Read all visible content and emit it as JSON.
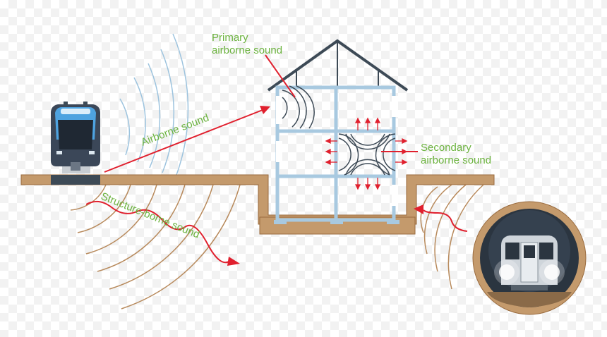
{
  "labels": {
    "primary_line1": "Primary",
    "primary_line2": "airborne sound",
    "airborne": "Airborne sound",
    "structure_borne": "Structure-borne sound",
    "secondary_line1": "Secondary",
    "secondary_line2": "airborne sound"
  },
  "icons": [
    "train-icon",
    "subway-train-icon",
    "house-icon",
    "sound-wave-icon",
    "arrow-icon"
  ],
  "colors": {
    "label_green": "#6cb33f",
    "arrow_red": "#e0202e",
    "ground_brown": "#c49a6c",
    "ground_stroke": "#8b5a2b",
    "wave_blue": "#9cc3de",
    "house_blue": "#a8c9e0",
    "roof_dark": "#3d4a56",
    "tunnel_dark": "#2b3540"
  }
}
